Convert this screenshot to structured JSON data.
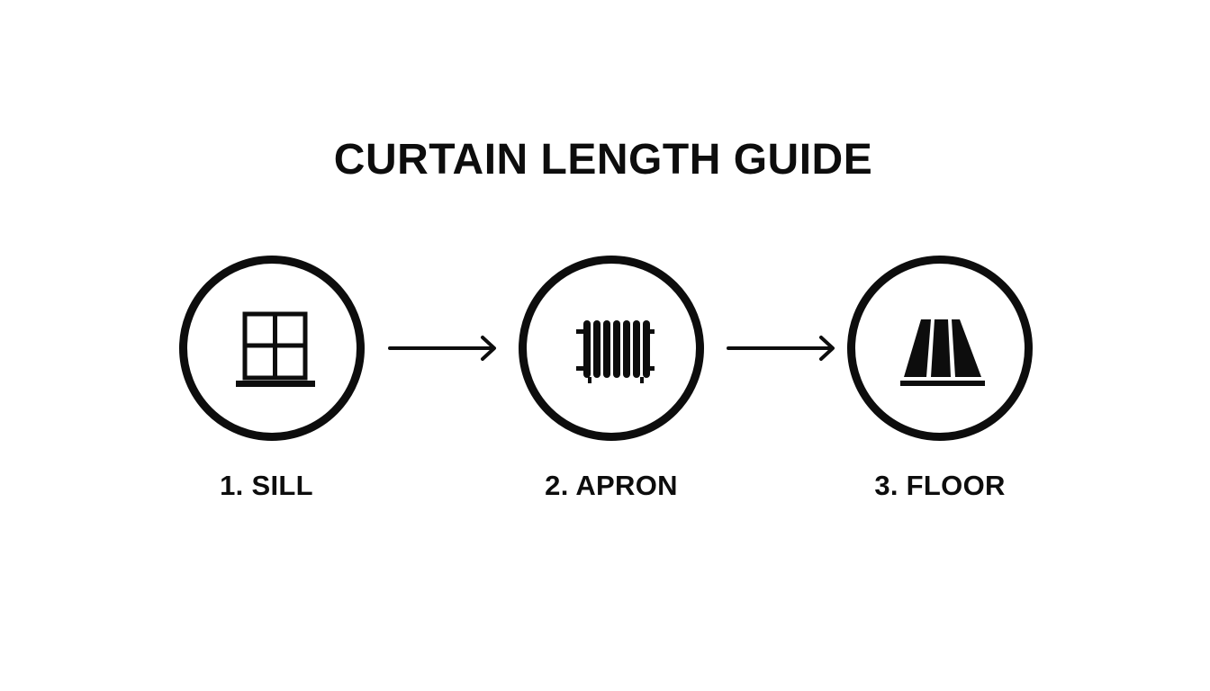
{
  "title": "CURTAIN LENGTH GUIDE",
  "steps": [
    {
      "label": "1. SILL",
      "icon": "window-sill-icon"
    },
    {
      "label": "2. APRON",
      "icon": "radiator-icon"
    },
    {
      "label": "3. FLOOR",
      "icon": "floor-planks-icon"
    }
  ],
  "colors": {
    "ink": "#0d0d0d",
    "background": "#ffffff"
  }
}
